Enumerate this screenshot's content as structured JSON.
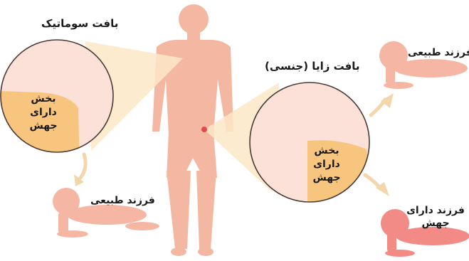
{
  "labels": {
    "somatic_tissue": "بافت سوماتیک",
    "germ_tissue": "بافت زایا (جنسی)",
    "somatic_mutation": [
      "بخش",
      "دارای",
      "جهش"
    ],
    "germ_mutation": [
      "بخش",
      "دارای",
      "جهش"
    ],
    "offspring_normal_left": "فرزند طبیعی",
    "offspring_normal_right": "فرزند طبیعی",
    "offspring_mutant": [
      "فرزند دارای",
      "جهش"
    ]
  },
  "colors": {
    "body": "#f4b7a1",
    "circle": "#fbe1d8",
    "circle_edge": "#4a3b36",
    "mutation": "#f7c57e",
    "zoom_cone": "#fbe7c7",
    "arrow": "#f3d6a9",
    "baby": "#f6b6a4",
    "baby_mutant": "#f28b86",
    "red_dot": "#e9484b"
  },
  "icons": {
    "human": "human-silhouette-icon",
    "baby": "crawling-baby-icon"
  }
}
